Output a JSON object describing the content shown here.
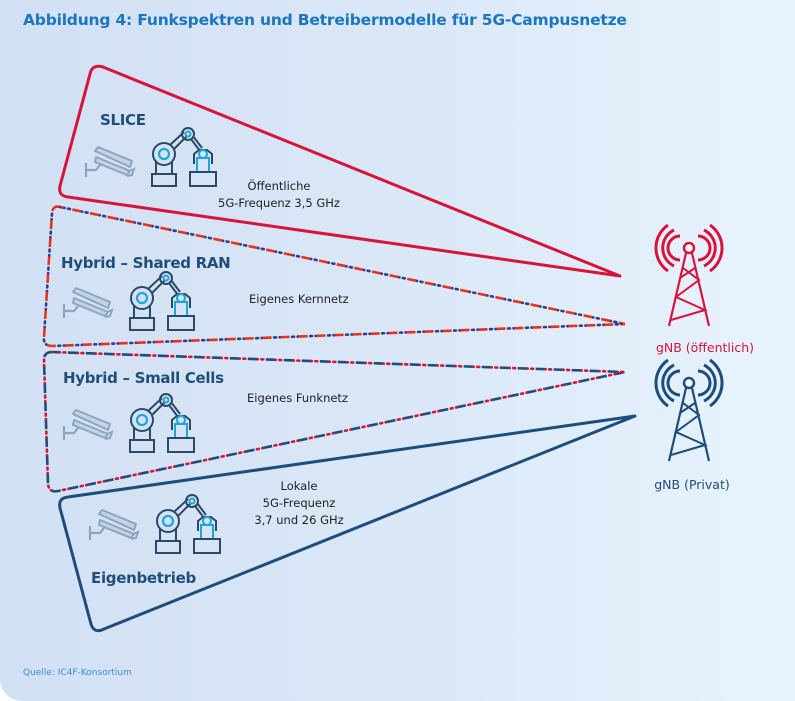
{
  "figure": {
    "title": "Abbildung 4: Funkspektren und Betreibermodelle für 5G-Campusnetze",
    "source": "Quelle: IC4F-Konsortium"
  },
  "models": [
    {
      "id": "slice",
      "name": "SLICE",
      "description": [
        "Öffentliche",
        "5G-Frequenz 3,5 GHz"
      ],
      "line_style": "solid",
      "color": "#d7143c"
    },
    {
      "id": "hybrid-shared-ran",
      "name": "Hybrid – Shared RAN",
      "description": [
        "Eigenes Kernnetz"
      ],
      "line_style": "dash-dot",
      "color": "#e8321e",
      "secondary_color": "#2e3f8f"
    },
    {
      "id": "hybrid-small-cells",
      "name": "Hybrid – Small Cells",
      "description": [
        "Eigenes Funknetz"
      ],
      "line_style": "dash-dot",
      "color": "#1d4d7c",
      "secondary_color": "#d7143c"
    },
    {
      "id": "eigenbetrieb",
      "name": "Eigenbetrieb",
      "description": [
        "Lokale",
        "5G-Frequenz",
        "3,7 und 26 GHz"
      ],
      "line_style": "solid",
      "color": "#1d4d7c"
    }
  ],
  "towers": [
    {
      "id": "public",
      "label": "gNB (öffentlich)",
      "color": "#d7143c"
    },
    {
      "id": "private",
      "label": "gNB (Privat)",
      "color": "#1d4d7c"
    }
  ],
  "icons": {
    "camera": "security-camera",
    "robot": "robot-arm"
  },
  "colors": {
    "title": "#1b76c0",
    "label": "#1f4e79",
    "icon_gray": "#8da6c0",
    "icon_dark": "#2a4a66",
    "icon_cyan": "#1fa6d6"
  }
}
